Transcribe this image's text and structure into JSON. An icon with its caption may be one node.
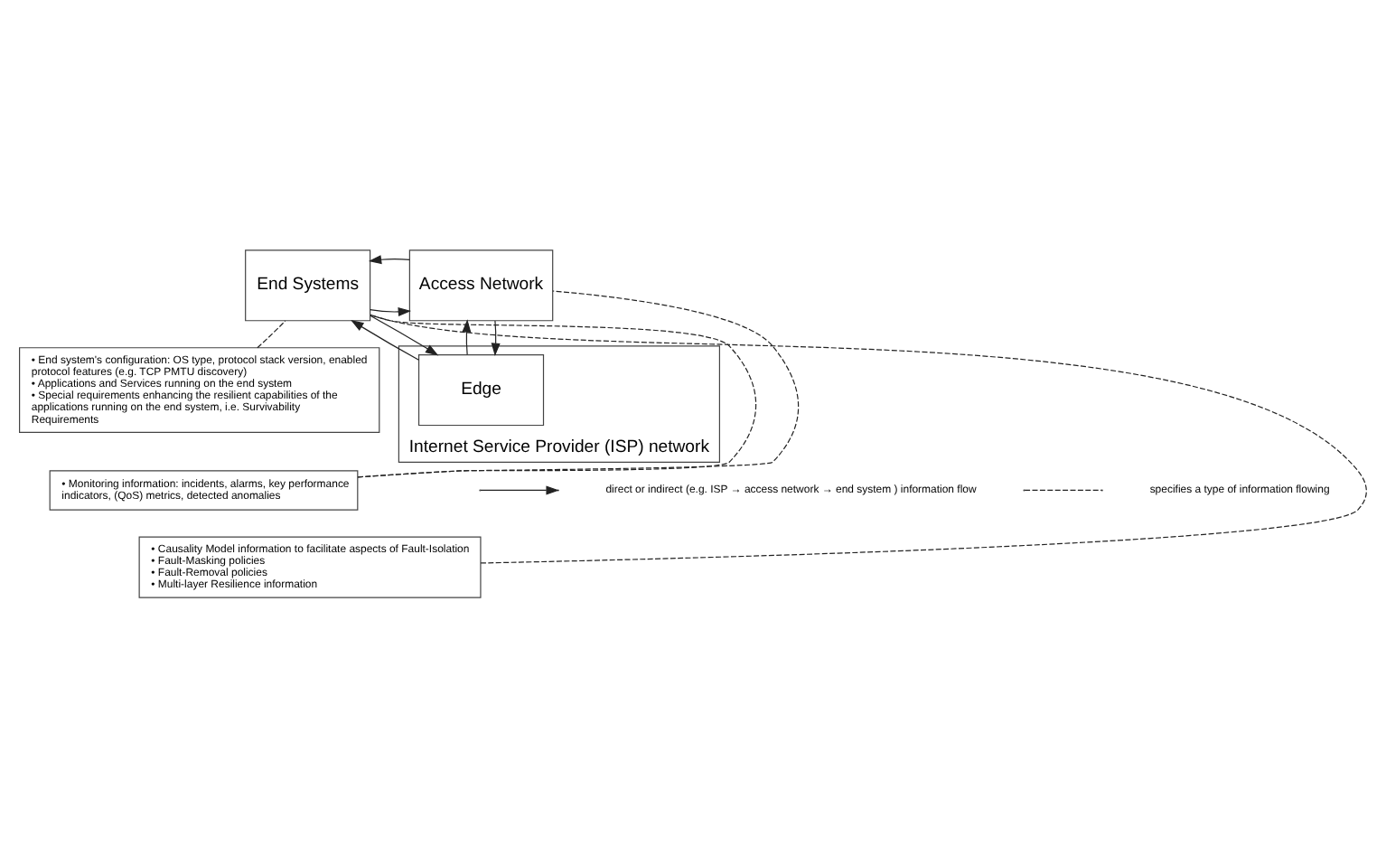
{
  "diagram": {
    "nodes": [
      {
        "text": [
          "End Systems"
        ]
      },
      {
        "text": [
          "Access Network"
        ]
      },
      {
        "text": [
          "• End system's configuration: OS type, protocol stack version, enabled protocol features (e.g. TCP PMTU discovery)",
          "• Applications and Services running on the end system",
          "• Special requirements enhancing the resilient capabilities of the applications running on the end system, i.e. Survivability Requirements"
        ]
      },
      {
        "text": [
          "• Monitoring information: incidents, alarms, key performance indicators, (QoS) metrics, detected anomalies"
        ]
      },
      {
        "text": [
          "• Causality Model information to facilitate aspects of Fault-Isolation",
          "• Fault-Masking policies",
          "• Fault-Removal policies",
          "• Multi-layer Resilience information"
        ]
      },
      {
        "text": [
          "Internet Service Provider (ISP) network"
        ]
      },
      {
        "text": [
          "Edge"
        ],
        "in": 5
      }
    ],
    "edges": [
      {
        "from": 0,
        "to": 1,
        "arrow": "to"
      },
      {
        "from": 1,
        "to": 0,
        "arrow": "to"
      },
      {
        "from": 0,
        "to": 6,
        "arrow": "to"
      },
      {
        "from": 6,
        "to": 0,
        "arrow": "to"
      },
      {
        "from": 1,
        "to": 6,
        "arrow": "to"
      },
      {
        "from": 6,
        "to": 1,
        "arrow": "to"
      },
      {
        "from": 2,
        "to": 0,
        "arrow": "none",
        "style": "dashed"
      },
      {
        "from": 3,
        "to": 0,
        "arrow": "none",
        "style": "dashed"
      },
      {
        "from": 3,
        "to": 1,
        "arrow": "none",
        "style": "dashed"
      },
      {
        "from": 4,
        "to": 0,
        "arrow": "none",
        "style": "dashed"
      }
    ],
    "legend": [
      {
        "text": "direct or indirect (e.g. ISP → access network → end system ) information flow"
      },
      {
        "text": "specifies a type of information flowing"
      }
    ]
  }
}
